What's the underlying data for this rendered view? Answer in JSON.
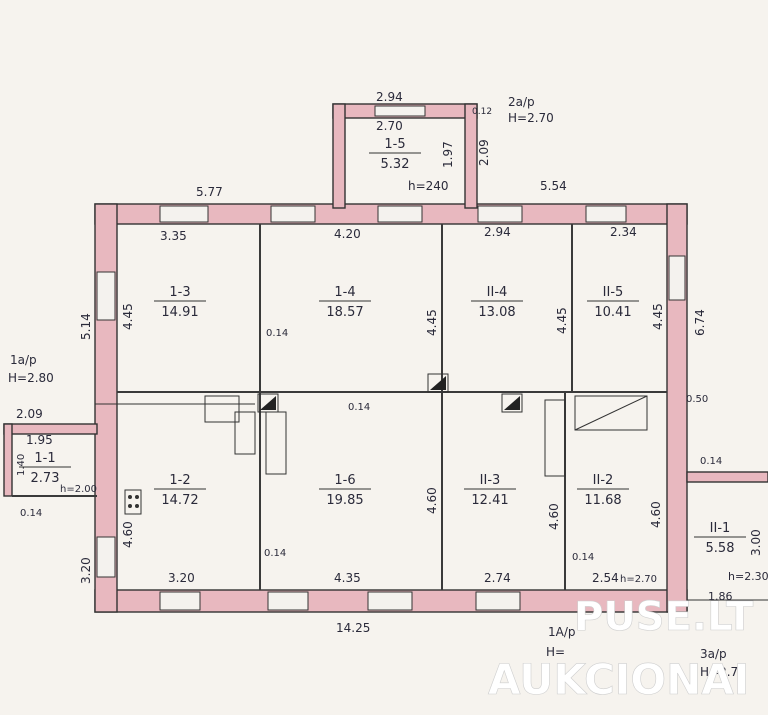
{
  "annotations": {
    "top_left_height": "1a/p",
    "top_left_h": "H=2.80",
    "top_right_height": "2a/p",
    "top_right_h": "H=2.70",
    "bottom_center": "1A/p",
    "bottom_center_h": "H=",
    "bottom_right": "3a/p",
    "bottom_right_h": "H=2.70",
    "porch_height": "h=240"
  },
  "dimensions": {
    "top_porch_outer": "2.94",
    "top_porch_inner": "2.70",
    "top_porch_side_right": "2.09",
    "top_porch_side_inner": "1.97",
    "top_porch_small": "0.12",
    "top_left_outer": "5.77",
    "top_right_outer": "5.54",
    "room13_w": "3.35",
    "room14_w": "4.20",
    "roomII4_w": "2.94",
    "roomII5_w": "2.34",
    "left_outer": "5.14",
    "right_outer": "6.74",
    "h445_a": "4.45",
    "h445_b": "4.45",
    "h445_c": "4.45",
    "h445_d": "4.45",
    "wall_014_a": "0.14",
    "wall_014_b": "0.14",
    "wall_014_c": "0.14",
    "wall_014_d": "0.14",
    "wall_014_e": "0.14",
    "wall_014_f": "0.14",
    "wall_050": "0.50",
    "ent_209": "2.09",
    "ent_195": "1.95",
    "ent_140": "1.40",
    "ent_h": "h=2.00",
    "h460_a": "4.60",
    "h460_b": "4.60",
    "h460_c": "4.60",
    "h460_d": "4.60",
    "left_320": "3.20",
    "room12_w": "3.20",
    "room16_w": "4.35",
    "roomII3_w": "2.74",
    "roomII2_w": "2.54",
    "roomII2_h": "h=2.70",
    "bottom_total": "14.25",
    "right_ext_h": "3.00",
    "right_ext_h2": "h=2.30",
    "right_ext_186": "1.86"
  },
  "rooms": [
    {
      "id": "1-5",
      "area": "5.32"
    },
    {
      "id": "1-3",
      "area": "14.91"
    },
    {
      "id": "1-4",
      "area": "18.57"
    },
    {
      "id": "II-4",
      "area": "13.08"
    },
    {
      "id": "II-5",
      "area": "10.41"
    },
    {
      "id": "1-1",
      "area": "2.73"
    },
    {
      "id": "1-2",
      "area": "14.72"
    },
    {
      "id": "1-6",
      "area": "19.85"
    },
    {
      "id": "II-3",
      "area": "12.41"
    },
    {
      "id": "II-2",
      "area": "11.68"
    },
    {
      "id": "II-1",
      "area": "5.58"
    }
  ],
  "watermark": {
    "line1": "PUSE.LT",
    "line2": "AUKCIONAI"
  }
}
